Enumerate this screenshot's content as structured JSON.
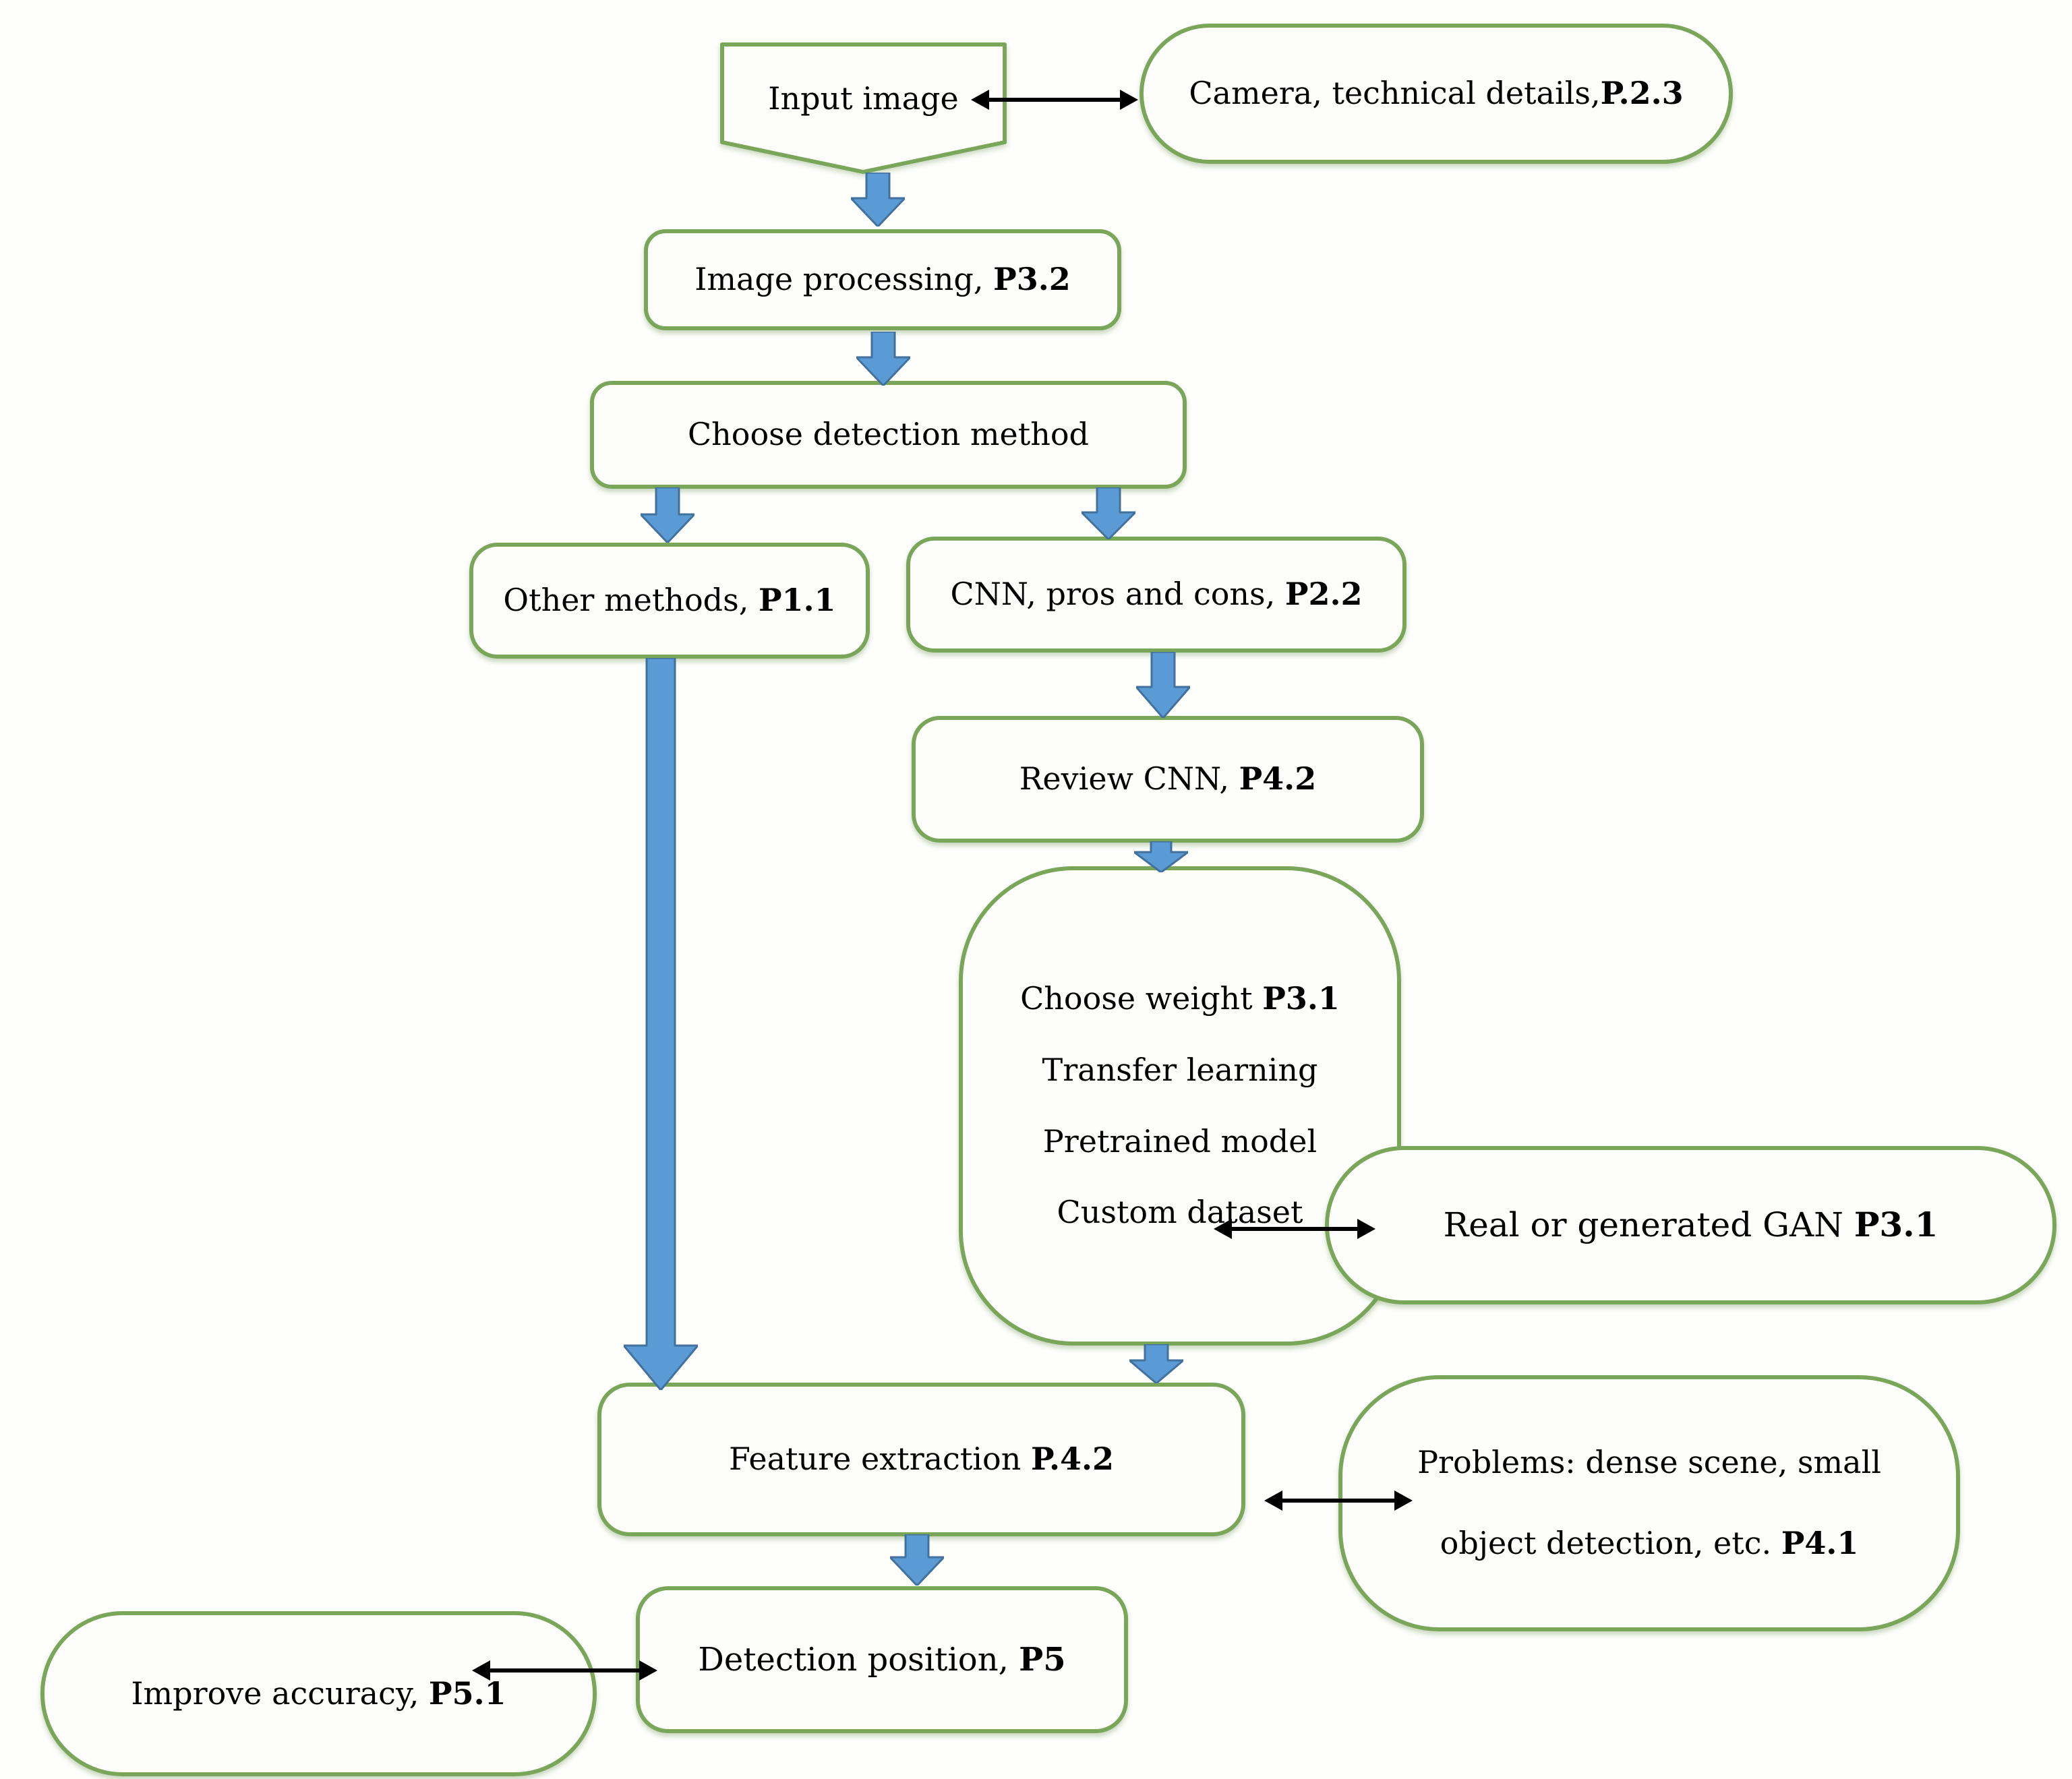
{
  "diagram_title": "Object detection workflow flowchart",
  "colors": {
    "shape_border": "#7aa65a",
    "shape_fill": "#fdfefb",
    "block_arrow_fill": "#5b9bd5",
    "block_arrow_stroke": "#41719c",
    "connector": "#000000",
    "text": "#000000"
  },
  "nodes": {
    "input_image": {
      "label": "Input image",
      "ref": ""
    },
    "camera": {
      "label": "Camera, technical details,",
      "ref": "P.2.3"
    },
    "image_processing": {
      "label": "Image processing, ",
      "ref": "P3.2"
    },
    "choose_detection": {
      "label": "Choose detection method",
      "ref": ""
    },
    "other_methods": {
      "label": "Other methods, ",
      "ref": "P1.1"
    },
    "cnn": {
      "label": "CNN, pros and cons, ",
      "ref": "P2.2"
    },
    "review_cnn": {
      "label": "Review CNN, ",
      "ref": "P4.2"
    },
    "weights": {
      "lines": [
        {
          "label": "Choose weight ",
          "ref": "P3.1"
        },
        {
          "label": "Transfer learning",
          "ref": ""
        },
        {
          "label": "Pretrained model",
          "ref": ""
        },
        {
          "label": "Custom dataset",
          "ref": ""
        }
      ]
    },
    "gan": {
      "label": "Real or generated GAN ",
      "ref": "P3.1"
    },
    "feature_extraction": {
      "label": "Feature extraction ",
      "ref": "P.4.2"
    },
    "problems": {
      "lines": [
        {
          "label": "Problems: dense scene, small",
          "ref": ""
        },
        {
          "label": "object detection, etc. ",
          "ref": "P4.1"
        }
      ]
    },
    "detection_position": {
      "label": "Detection position, ",
      "ref": "P5"
    },
    "improve_accuracy": {
      "label": "Improve accuracy, ",
      "ref": "P5.1"
    }
  }
}
